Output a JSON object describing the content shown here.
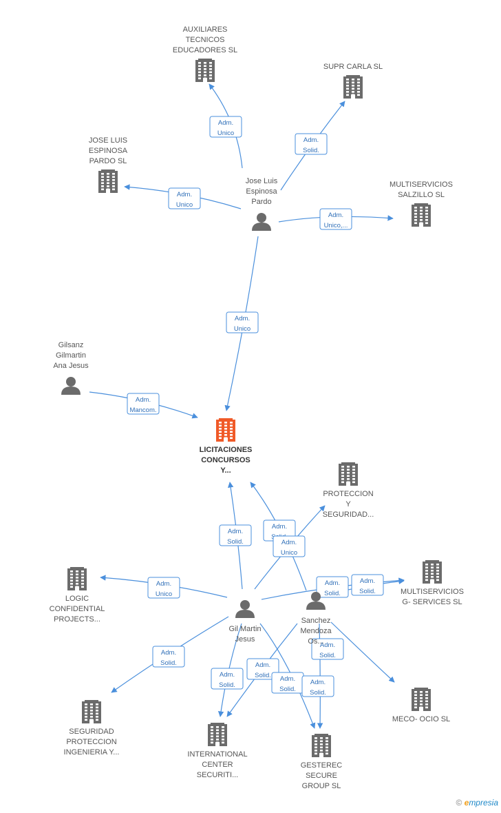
{
  "colors": {
    "edge": "#4a8fdc",
    "company": "#6b6b6b",
    "company_main": "#f05a28",
    "person": "#6b6b6b"
  },
  "nodes": [
    {
      "id": "auxiliares",
      "kind": "company",
      "label": [
        "AUXILIARES",
        "TECNICOS",
        "EDUCADORES SL"
      ]
    },
    {
      "id": "supr",
      "kind": "company",
      "label": [
        "SUPR CARLA SL"
      ]
    },
    {
      "id": "jlep_sl",
      "kind": "company",
      "label": [
        "JOSE LUIS",
        "ESPINOSA",
        "PARDO SL"
      ]
    },
    {
      "id": "multi_salz",
      "kind": "company",
      "label": [
        "MULTISERVICIOS",
        "SALZILLO SL"
      ]
    },
    {
      "id": "jlep",
      "kind": "person",
      "label": [
        "Jose Luis",
        "Espinosa",
        "Pardo"
      ]
    },
    {
      "id": "gilsanz",
      "kind": "person",
      "label": [
        "Gilsanz",
        "Gilmartin",
        "Ana Jesus"
      ]
    },
    {
      "id": "licit",
      "kind": "company_main",
      "label": [
        "LICITACIONES",
        "CONCURSOS",
        "Y..."
      ]
    },
    {
      "id": "proteccion",
      "kind": "company",
      "label": [
        "PROTECCION",
        "Y",
        "SEGURIDAD..."
      ]
    },
    {
      "id": "logic",
      "kind": "company",
      "label": [
        "LOGIC",
        "CONFIDENTIAL",
        "PROJECTS..."
      ]
    },
    {
      "id": "multi_g",
      "kind": "company",
      "label": [
        "MULTISERVICIOS",
        "G- SERVICES  SL"
      ]
    },
    {
      "id": "gil",
      "kind": "person",
      "label": [
        "Gil Martin",
        "Jesus"
      ]
    },
    {
      "id": "sanchez",
      "kind": "person",
      "label": [
        "Sanchez",
        "Mendoza",
        "Os..."
      ]
    },
    {
      "id": "seguridad",
      "kind": "company",
      "label": [
        "SEGURIDAD",
        "PROTECCION",
        "INGENIERIA Y..."
      ]
    },
    {
      "id": "meco",
      "kind": "company",
      "label": [
        "MECO- OCIO SL"
      ]
    },
    {
      "id": "intl",
      "kind": "company",
      "label": [
        "INTERNATIONAL",
        "CENTER",
        "SECURITI..."
      ]
    },
    {
      "id": "gesterec",
      "kind": "company",
      "label": [
        "GESTEREC",
        "SECURE",
        "GROUP  SL"
      ]
    }
  ],
  "edges": [
    {
      "from": "jlep",
      "to": "auxiliares",
      "label": [
        "Adm.",
        "Unico"
      ]
    },
    {
      "from": "jlep",
      "to": "supr",
      "label": [
        "Adm.",
        "Solid."
      ]
    },
    {
      "from": "jlep",
      "to": "jlep_sl",
      "label": [
        "Adm.",
        "Unico"
      ]
    },
    {
      "from": "jlep",
      "to": "multi_salz",
      "label": [
        "Adm.",
        "Unico,..."
      ]
    },
    {
      "from": "jlep",
      "to": "licit",
      "label": [
        "Adm.",
        "Unico"
      ]
    },
    {
      "from": "gilsanz",
      "to": "licit",
      "label": [
        "Adm.",
        "Mancom."
      ]
    },
    {
      "from": "gil",
      "to": "licit",
      "label": [
        "Adm.",
        "Solid."
      ]
    },
    {
      "from": "sanchez",
      "to": "licit",
      "label": [
        "Adm.",
        "Solid."
      ]
    },
    {
      "from": "gil",
      "to": "proteccion",
      "label": [
        "Adm.",
        "Unico"
      ]
    },
    {
      "from": "gil",
      "to": "logic",
      "label": [
        "Adm.",
        "Unico"
      ]
    },
    {
      "from": "gil",
      "to": "multi_g",
      "label": [
        "Adm.",
        "Solid."
      ]
    },
    {
      "from": "sanchez",
      "to": "multi_g",
      "label": [
        "Adm.",
        "Solid."
      ]
    },
    {
      "from": "gil",
      "to": "seguridad",
      "label": [
        "Adm.",
        "Solid."
      ]
    },
    {
      "from": "gil",
      "to": "intl",
      "label": [
        "Adm.",
        "Solid."
      ]
    },
    {
      "from": "sanchez",
      "to": "intl",
      "label": [
        "Adm.",
        "Solid."
      ]
    },
    {
      "from": "gil",
      "to": "gesterec",
      "label": [
        "Adm.",
        "Solid."
      ]
    },
    {
      "from": "sanchez",
      "to": "gesterec",
      "label": [
        "Adm.",
        "Solid."
      ]
    },
    {
      "from": "sanchez",
      "to": "meco",
      "label": [
        "Adm.",
        "Solid."
      ]
    }
  ],
  "footer": {
    "copyright": "©",
    "brand_first": "e",
    "brand_rest": "mpresia"
  }
}
